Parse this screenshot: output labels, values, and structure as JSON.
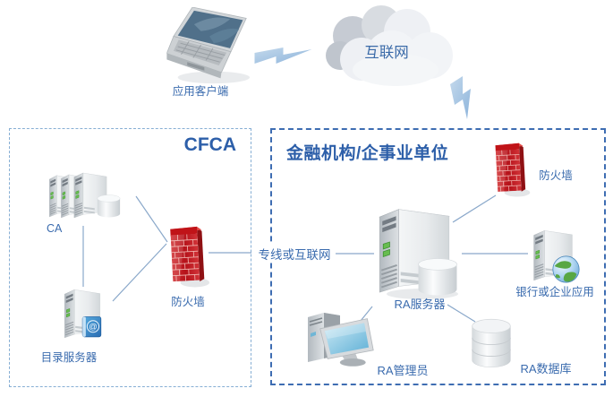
{
  "top": {
    "client_label": "应用客户端",
    "internet_label": "互联网"
  },
  "link_label": "专线或互联网",
  "cfca_zone": {
    "title": "CFCA",
    "ca_label": "CA",
    "directory_label": "目录服务器",
    "firewall_label": "防火墙"
  },
  "org_zone": {
    "title": "金融机构/企事业单位",
    "firewall_label": "防火墙",
    "ra_server_label": "RA服务器",
    "bank_app_label": "银行或企业应用",
    "ra_admin_label": "RA管理员",
    "ra_db_label": "RA数据库"
  },
  "icons": [
    "laptop-icon",
    "internet-cloud-icon",
    "lightning-bolt-icon",
    "tower-server-icon",
    "firewall-brick-icon",
    "database-cylinder-icon",
    "globe-icon",
    "address-book-icon",
    "workstation-icon"
  ],
  "colors": {
    "label_blue": "#3a6bae",
    "title_blue": "#2d5fa9",
    "cfca_border": "#86aed4",
    "org_border": "#3e6db2",
    "connector": "#8aa8ca",
    "firewall_red": "#b5121a",
    "led_green": "#67bd4f",
    "bolt_blue": "#a9c6e2"
  }
}
